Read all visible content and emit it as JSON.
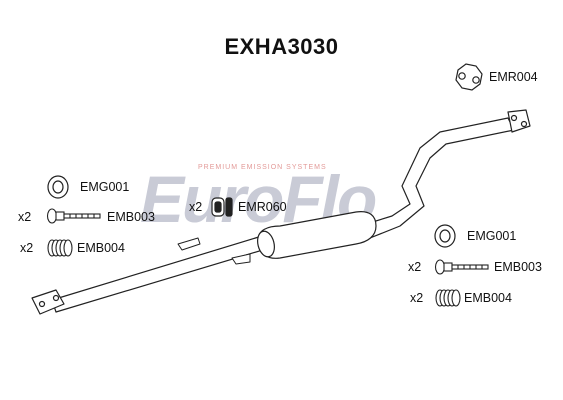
{
  "title": "EXHA3030",
  "watermark": {
    "brand": "EuroFlo",
    "tagline": "PREMIUM EMISSION SYSTEMS",
    "brand_color": "#c9cbd6",
    "tagline_color": "#e39a98"
  },
  "parts": {
    "left": {
      "gasket": {
        "code": "EMG001"
      },
      "bolt": {
        "qty": "x2",
        "code": "EMB003"
      },
      "spring": {
        "qty": "x2",
        "code": "EMB004"
      }
    },
    "center": {
      "rubber": {
        "qty": "x2",
        "code": "EMR060"
      }
    },
    "top_right": {
      "rubber": {
        "code": "EMR004"
      }
    },
    "right": {
      "gasket": {
        "code": "EMG001"
      },
      "bolt": {
        "qty": "x2",
        "code": "EMB003"
      },
      "spring": {
        "qty": "x2",
        "code": "EMB004"
      }
    }
  },
  "icons": [
    "gasket-ring-icon",
    "bolt-icon",
    "spring-icon",
    "rubber-hanger-icon",
    "rubber-mount-icon",
    "exhaust-pipe-drawing"
  ]
}
